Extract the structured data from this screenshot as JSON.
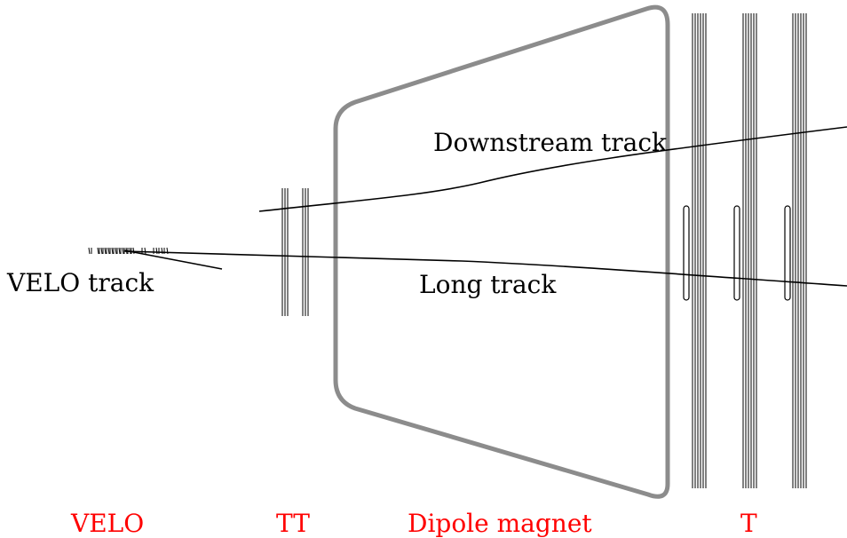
{
  "colors": {
    "detector_label": "#ff0000",
    "magnet_outline": "#8c8c8c",
    "lines": "#000000",
    "background": "#ffffff"
  },
  "tracks": {
    "velo": "VELO track",
    "downstream": "Downstream track",
    "long": "Long track"
  },
  "detectors": {
    "velo": "VELO",
    "tt": "TT",
    "magnet": "Dipole magnet",
    "t": "T"
  }
}
